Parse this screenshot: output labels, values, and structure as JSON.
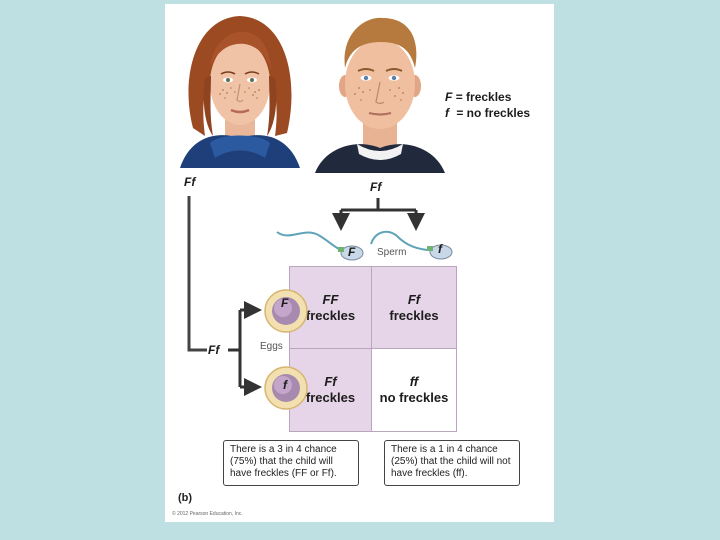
{
  "legend": {
    "line1_symbol": "F",
    "line1_text": "= freckles",
    "line2_symbol": "f",
    "line2_text": "= no freckles"
  },
  "parents": {
    "mother_genotype": "Ff",
    "father_genotype": "Ff"
  },
  "labels": {
    "sperm": "Sperm",
    "eggs": "Eggs",
    "eggs_genotype": "Ff"
  },
  "gametes": {
    "sperm1": "F",
    "sperm2": "f",
    "egg1": "F",
    "egg2": "f"
  },
  "grid": {
    "cells": [
      {
        "genotype": "FF",
        "phenotype": "freckles"
      },
      {
        "genotype": "Ff",
        "phenotype": "freckles"
      },
      {
        "genotype": "Ff",
        "phenotype": "freckles"
      },
      {
        "genotype": "ff",
        "phenotype": "no freckles"
      }
    ],
    "colors": {
      "shaded": "#e6d4e8",
      "unshaded": "#ffffff",
      "border": "#b9a6bd"
    }
  },
  "notes": {
    "left": "There is a 3 in 4 chance (75%) that the child will have freckles (FF or Ff).",
    "right": "There is a 1 in 4 chance (25%) that the child will not have freckles (ff)."
  },
  "footer": {
    "part_label": "(b)",
    "copyright": "© 2012 Pearson Education, Inc."
  }
}
